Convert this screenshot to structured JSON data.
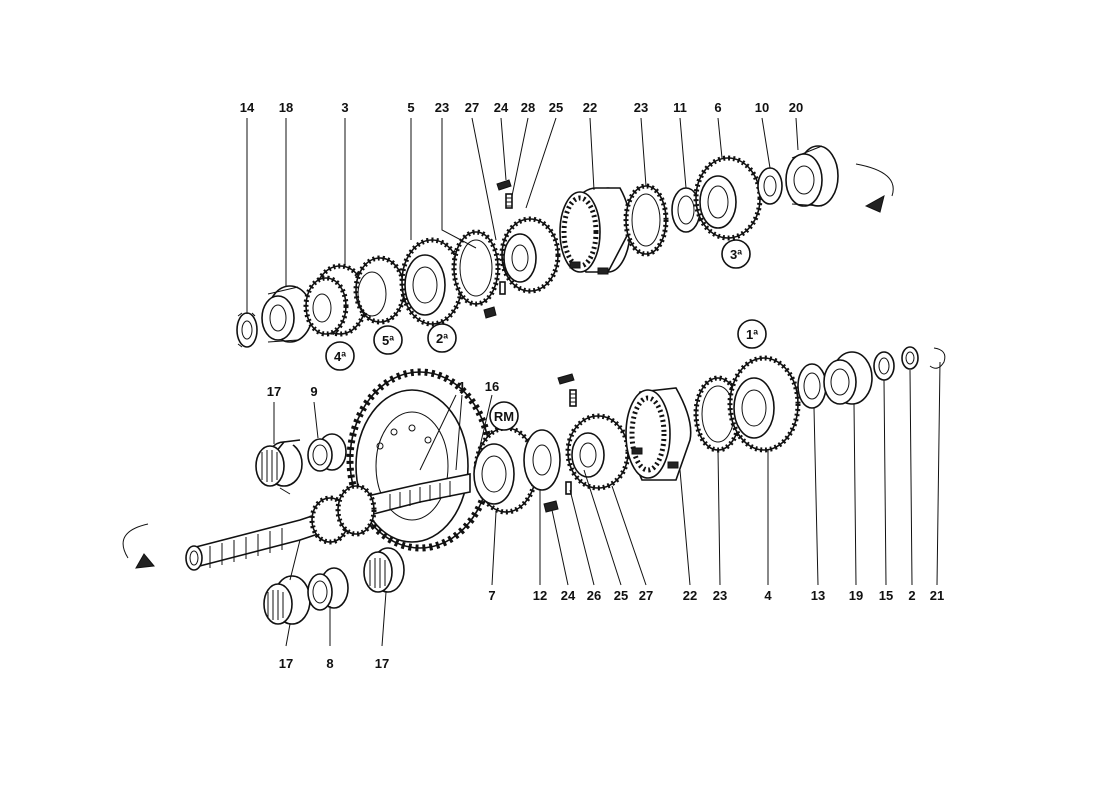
{
  "upper_labels": [
    {
      "id": "u14",
      "text": "14"
    },
    {
      "id": "u18",
      "text": "18"
    },
    {
      "id": "u3",
      "text": "3"
    },
    {
      "id": "u5",
      "text": "5"
    },
    {
      "id": "u23a",
      "text": "23"
    },
    {
      "id": "u27",
      "text": "27"
    },
    {
      "id": "u24",
      "text": "24"
    },
    {
      "id": "u28",
      "text": "28"
    },
    {
      "id": "u25",
      "text": "25"
    },
    {
      "id": "u22",
      "text": "22"
    },
    {
      "id": "u23b",
      "text": "23"
    },
    {
      "id": "u11",
      "text": "11"
    },
    {
      "id": "u6",
      "text": "6"
    },
    {
      "id": "u10",
      "text": "10"
    },
    {
      "id": "u20",
      "text": "20"
    }
  ],
  "lower_labels": [
    {
      "id": "l17a",
      "text": "17"
    },
    {
      "id": "l9",
      "text": "9"
    },
    {
      "id": "l1",
      "text": "1"
    },
    {
      "id": "l16",
      "text": "16"
    },
    {
      "id": "l7",
      "text": "7"
    },
    {
      "id": "l12",
      "text": "12"
    },
    {
      "id": "l24",
      "text": "24"
    },
    {
      "id": "l26",
      "text": "26"
    },
    {
      "id": "l25",
      "text": "25"
    },
    {
      "id": "l27",
      "text": "27"
    },
    {
      "id": "l22",
      "text": "22"
    },
    {
      "id": "l23",
      "text": "23"
    },
    {
      "id": "l4",
      "text": "4"
    },
    {
      "id": "l13",
      "text": "13"
    },
    {
      "id": "l19",
      "text": "19"
    },
    {
      "id": "l15",
      "text": "15"
    },
    {
      "id": "l2",
      "text": "2"
    },
    {
      "id": "l21",
      "text": "21"
    },
    {
      "id": "l17b",
      "text": "17"
    },
    {
      "id": "l8",
      "text": "8"
    },
    {
      "id": "l17c",
      "text": "17"
    }
  ],
  "gear_badges": [
    {
      "id": "b4",
      "text": "4ª"
    },
    {
      "id": "b5",
      "text": "5ª"
    },
    {
      "id": "b2",
      "text": "2ª"
    },
    {
      "id": "b3",
      "text": "3ª"
    },
    {
      "id": "b1",
      "text": "1ª"
    },
    {
      "id": "bRM",
      "text": "RM"
    }
  ]
}
